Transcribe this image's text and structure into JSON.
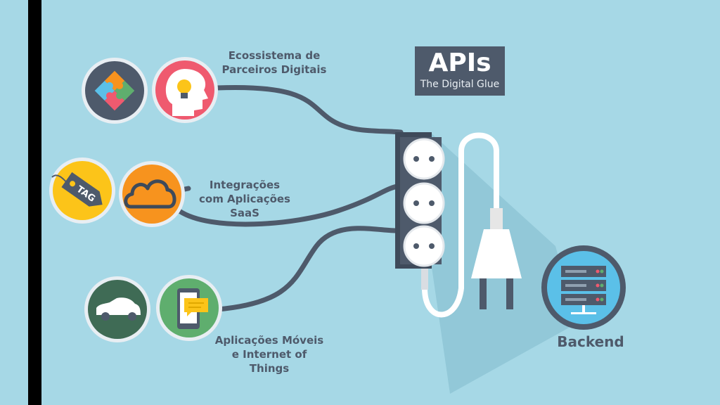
{
  "title": {
    "main": "APIs",
    "subtitle": "The Digital Glue"
  },
  "groups": [
    {
      "label": "Ecossistema de\nParceiros Digitais",
      "icons": [
        "puzzle-icon",
        "lightbulb-head-icon"
      ]
    },
    {
      "label": "Integrações\ncom Aplicações\nSaaS",
      "icons": [
        "tag-icon",
        "cloud-icon"
      ]
    },
    {
      "label": "Aplicações Móveis\ne Internet of\nThings",
      "icons": [
        "car-icon",
        "smartphone-chat-icon"
      ]
    }
  ],
  "tag_text": "TAG",
  "backend": {
    "label": "Backend",
    "icon": "server-rack-icon"
  },
  "center_icons": [
    "power-strip-icon",
    "power-plug-icon"
  ],
  "colors": {
    "background": "#a6d8e6",
    "dark": "#4e5a6b",
    "lightbulb_circle": "#ef5a6f",
    "cloud_circle": "#f7931e",
    "tag_circle": "#fcc419",
    "phone_circle": "#5fae6e",
    "car_circle": "#3f6b55",
    "puzzle_circle": "#4e5a6b",
    "backend_circle": "#5bc0e8"
  }
}
